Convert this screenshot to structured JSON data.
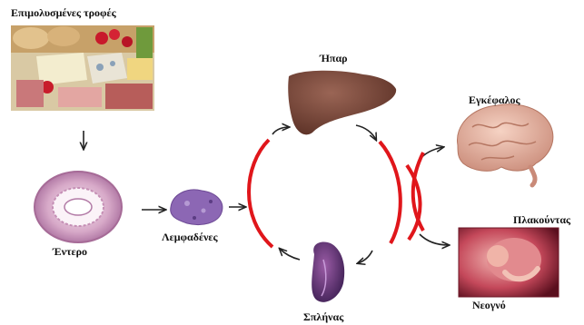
{
  "labels": {
    "food": "Επιμολυσμένες τροφές",
    "intestine": "Έντερο",
    "lymph": "Λεμφαδένες",
    "liver": "Ήπαρ",
    "spleen": "Σπλήνας",
    "brain": "Εγκέφαλος",
    "placenta": "Πλακούντας",
    "newborn": "Νεογνό"
  },
  "icons": [
    "food-photo",
    "intestine-cross-section",
    "lymph-node",
    "liver",
    "spleen",
    "brain",
    "placenta-fetus"
  ],
  "colors": {
    "cycle_arc": "#e0161b",
    "arrow": "#222222",
    "liver": "#7a4a3c",
    "brain": "#e7b9a8"
  }
}
